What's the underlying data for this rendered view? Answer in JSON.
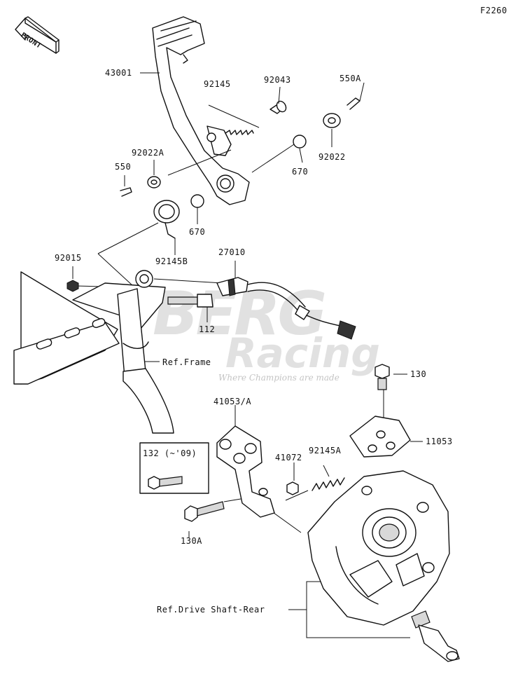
{
  "figure_code": "F2260",
  "front_label": "FRONT",
  "watermark": {
    "brand_top": "BERG",
    "brand_bottom": "Racing",
    "tagline": "Where Champions are made"
  },
  "callouts": [
    {
      "id": "c43001",
      "text": "43001"
    },
    {
      "id": "c92145",
      "text": "92145"
    },
    {
      "id": "c92043",
      "text": "92043"
    },
    {
      "id": "c550A",
      "text": "550A"
    },
    {
      "id": "c92022A",
      "text": "92022A"
    },
    {
      "id": "c550",
      "text": "550"
    },
    {
      "id": "c670a",
      "text": "670"
    },
    {
      "id": "c92022",
      "text": "92022"
    },
    {
      "id": "c670b",
      "text": "670"
    },
    {
      "id": "c92145B",
      "text": "92145B"
    },
    {
      "id": "c92015",
      "text": "92015"
    },
    {
      "id": "c27010",
      "text": "27010"
    },
    {
      "id": "c112",
      "text": "112"
    },
    {
      "id": "cRefFrame",
      "text": "Ref.Frame"
    },
    {
      "id": "c130",
      "text": "130"
    },
    {
      "id": "c41053",
      "text": "41053/A"
    },
    {
      "id": "c11053",
      "text": "11053"
    },
    {
      "id": "c132",
      "text": "132 (~'09)"
    },
    {
      "id": "c41072",
      "text": "41072"
    },
    {
      "id": "c92145A",
      "text": "92145A"
    },
    {
      "id": "c130A",
      "text": "130A"
    },
    {
      "id": "cRefDrive",
      "text": "Ref.Drive Shaft-Rear"
    }
  ]
}
